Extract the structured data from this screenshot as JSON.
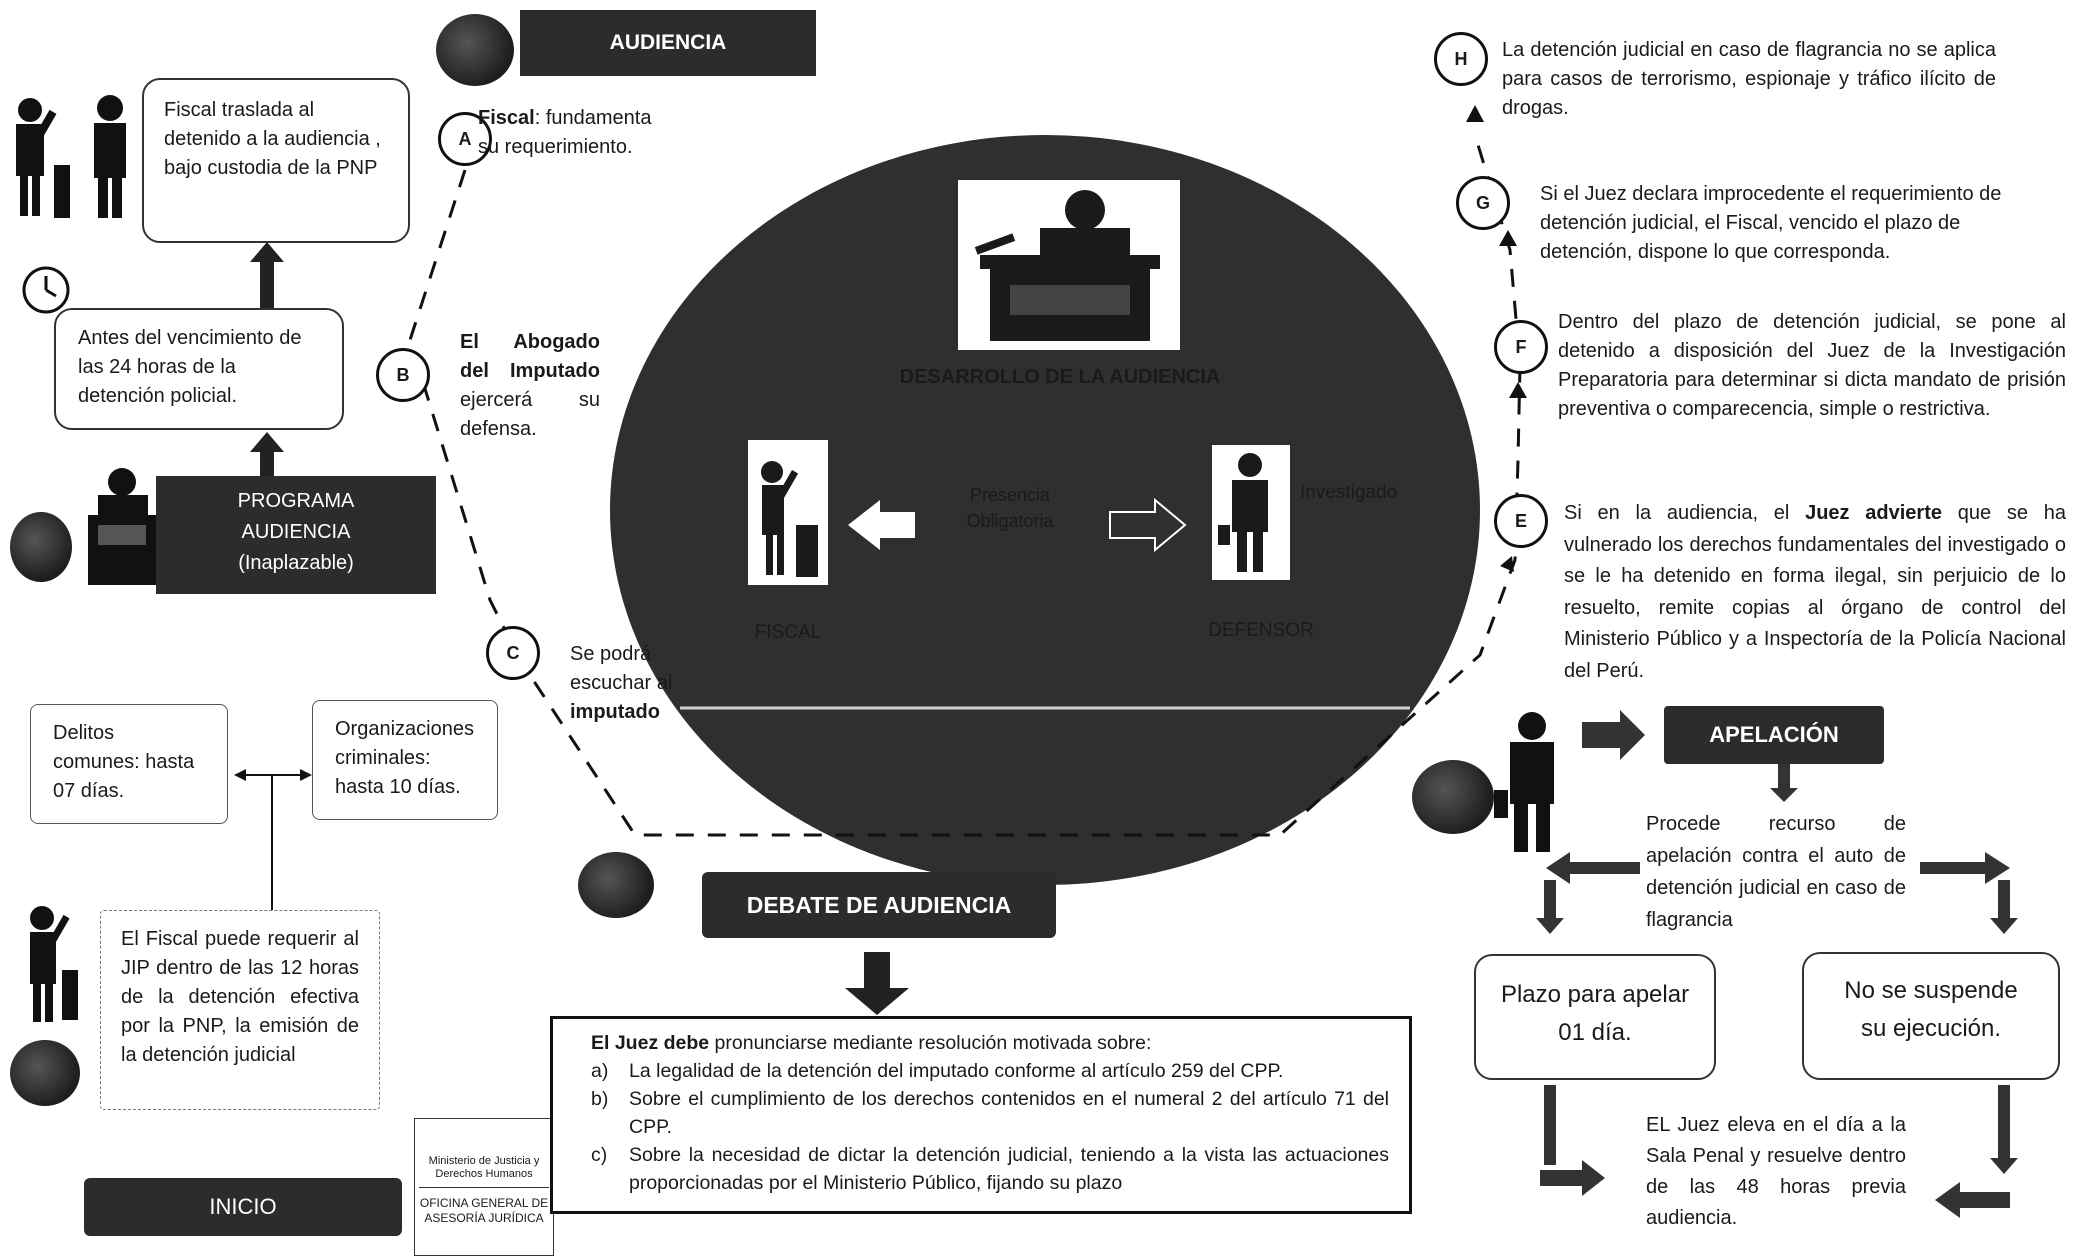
{
  "audiencia_label": "AUDIENCIA",
  "fiscal_traslada": "Fiscal traslada al detenido a la audiencia , bajo custodia de la PNP",
  "antes_vencimiento": "Antes del vencimiento de las 24 horas de la detención policial.",
  "programa": {
    "line1": "PROGRAMA",
    "line2": "AUDIENCIA",
    "line3": "(Inaplazable)"
  },
  "node_a": {
    "letter": "A",
    "lead": "Fiscal",
    "text": ": fundamenta su requerimiento."
  },
  "node_b": {
    "letter": "B",
    "lead": "El Abogado del Imputado",
    "text": "ejercerá su defensa."
  },
  "node_c": {
    "letter": "C",
    "text": "Se podrá escuchar al",
    "bold": "imputado"
  },
  "delitos_comunes": "Delitos comunes: hasta 07 días.",
  "organizaciones": "Organizaciones criminales: hasta 10 días.",
  "fiscal_puede": "El Fiscal puede requerir al JIP dentro de las 12 horas de la detención efectiva por la PNP, la emisión de la detención judicial",
  "inicio_label": "INICIO",
  "stamp": {
    "line1": "Ministerio de Justicia y Derechos Humanos",
    "line2": "OFICINA GENERAL DE ASESORÍA JURÍDICA"
  },
  "circle": {
    "title": "DESARROLLO DE LA AUDIENCIA",
    "presencia": "Presencia Obligatoria",
    "investigado": "Investigado",
    "fiscal": "FISCAL",
    "defensor": "DEFENSOR"
  },
  "debate_label": "DEBATE DE AUDIENCIA",
  "juez_debe": {
    "lead": "El Juez debe",
    "intro": "pronunciarse mediante resolución motivada sobre:",
    "items": [
      {
        "letter": "a)",
        "text": "La legalidad de la detención del imputado conforme al artículo 259 del CPP."
      },
      {
        "letter": "b)",
        "text": "Sobre el cumplimiento de los derechos contenidos en el numeral 2 del artículo 71 del CPP."
      },
      {
        "letter": "c)",
        "text": "Sobre la necesidad de dictar la detención judicial, teniendo a la vista las actuaciones proporcionadas por el Ministerio Público, fijando su plazo"
      }
    ]
  },
  "node_h": {
    "letter": "H",
    "text": "La detención judicial en caso de flagrancia no se aplica para casos de terrorismo, espionaje y tráfico ilícito de drogas."
  },
  "node_g": {
    "letter": "G",
    "text": "Si el Juez declara improcedente el requerimiento de detención judicial, el Fiscal, vencido el plazo de detención, dispone lo que corresponda."
  },
  "node_f": {
    "letter": "F",
    "text": "Dentro del plazo de detención judicial, se pone al detenido a disposición del Juez de la Investigación Preparatoria para determinar si dicta mandato de prisión preventiva o comparecencia, simple o restrictiva."
  },
  "node_e": {
    "letter": "E",
    "pre": "Si en la audiencia, el",
    "bold": "Juez advierte",
    "text": "que se ha vulnerado los derechos fundamentales del investigado o se le ha detenido en forma ilegal, sin perjuicio de lo resuelto, remite copias al órgano de control del Ministerio Público y a Inspectoría de la Policía Nacional del Perú."
  },
  "apelacion_label": "APELACIÓN",
  "procede": "Procede recurso de apelación contra el auto de detención judicial en caso de flagrancia",
  "plazo_apelar": "Plazo para apelar 01 día.",
  "no_suspende": "No se suspende su ejecución.",
  "juez_eleva": "EL Juez eleva en el día a la Sala Penal y resuelve dentro de las 48 horas previa audiencia."
}
